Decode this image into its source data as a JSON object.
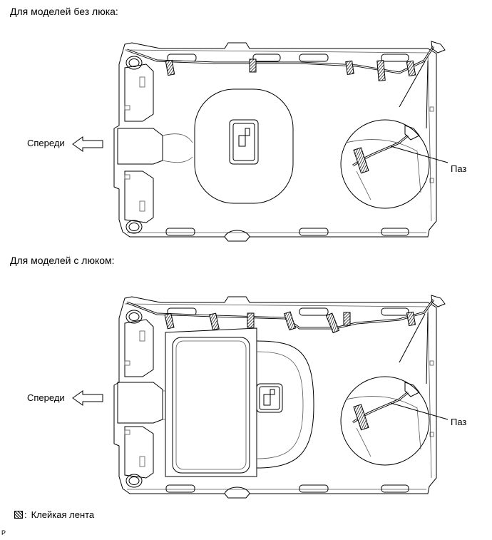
{
  "diagram_top": {
    "title": "Для моделей без люка:",
    "front_label": "Спереди",
    "groove_label": "Паз"
  },
  "diagram_bottom": {
    "title": "Для моделей с люком:",
    "front_label": "Спереди",
    "groove_label": "Паз"
  },
  "legend": {
    "label": "Клейкая лента"
  },
  "corner_mark": "P",
  "colors": {
    "line": "#000000",
    "tape_hatch": "#000000",
    "background": "#ffffff"
  },
  "icons": [
    "front-arrow-icon",
    "adhesive-tape-swatch-icon"
  ]
}
